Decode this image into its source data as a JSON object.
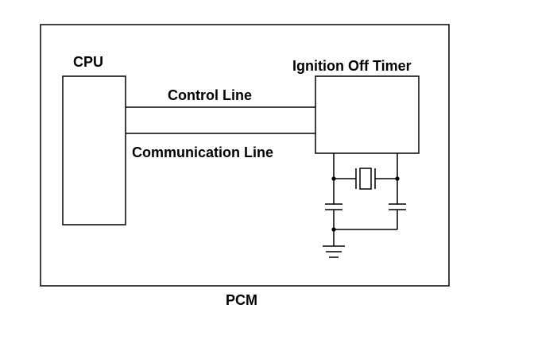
{
  "diagram": {
    "outer_label": "PCM",
    "cpu_label": "CPU",
    "timer_label": "Ignition Off Timer",
    "control_line_label": "Control Line",
    "communication_line_label": "Communication Line"
  },
  "colors": {
    "line": "#000000",
    "background": "#ffffff"
  }
}
